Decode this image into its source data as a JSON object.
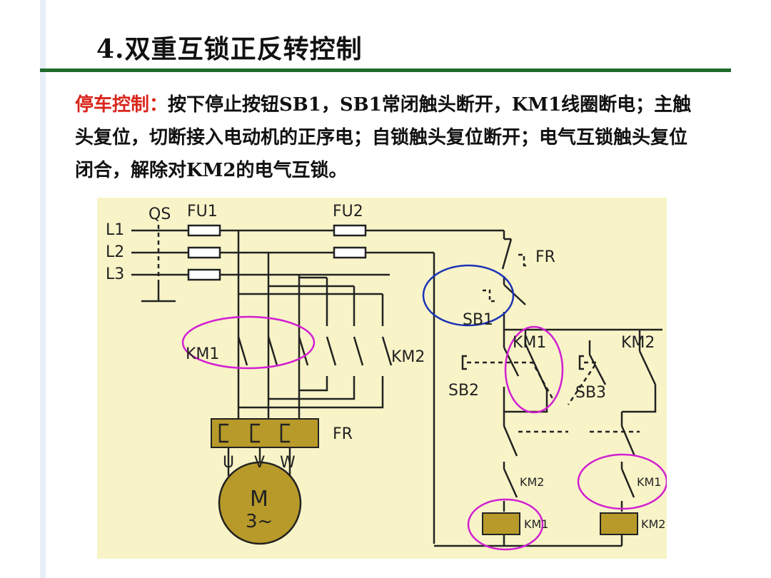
{
  "slide": {
    "title": "4.双重互锁正反转控制",
    "desc_label": "停车控制：",
    "desc_text": "按下停止按钮SB1，SB1常闭触头断开，KM1线圈断电；主触头复位，切断接入电动机的正序电；自锁触头复位断开；电气互锁触头复位闭合，解除对KM2的电气互锁。"
  },
  "diagram": {
    "labels": {
      "l1": "L1",
      "l2": "L2",
      "l3": "L3",
      "qs": "QS",
      "fu1": "FU1",
      "fu2": "FU2",
      "fr_ctrl": "FR",
      "sb1": "SB1",
      "km1_main": "KM1",
      "km2_main": "KM2",
      "fr_heater": "FR",
      "u": "U",
      "v": "V",
      "w": "W",
      "motor_m": "M",
      "motor_phase": "3~",
      "km1_aux": "KM1",
      "km2_aux": "KM2",
      "sb2": "SB2",
      "sb3": "SB3",
      "km2_interlock": "KM2",
      "km1_interlock": "KM1",
      "km1_coil": "KM1",
      "km2_coil": "KM2"
    },
    "colors": {
      "background": "#f8f4c8",
      "wire": "#222222",
      "component": "#b89a2a",
      "highlight_magenta": "#d21ed2",
      "highlight_blue": "#1c33b5"
    }
  }
}
